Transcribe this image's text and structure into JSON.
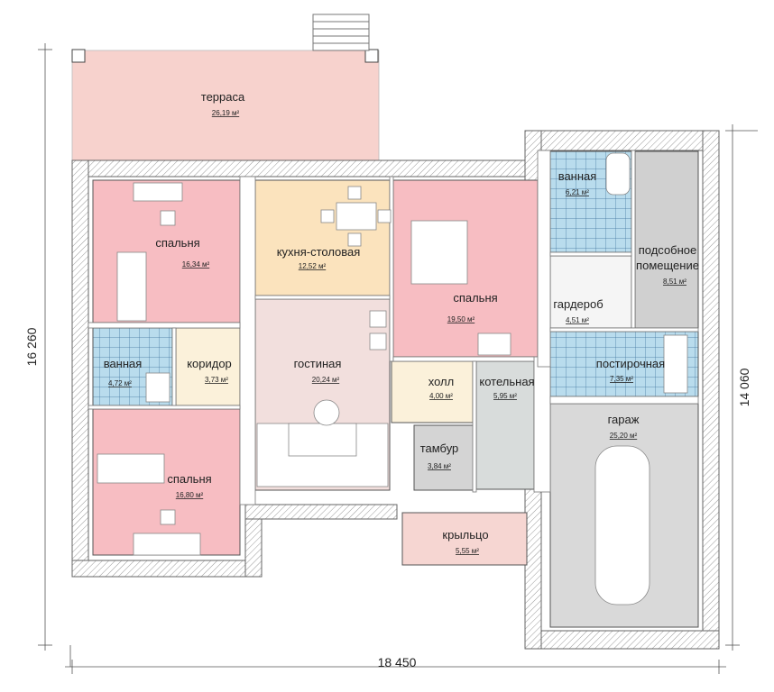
{
  "colors": {
    "bedroom": "#f7bdc2",
    "kitchen": "#fbe3bd",
    "living": "#f2dfdd",
    "terrace": "#f7d2cd",
    "bath": "#b9dced",
    "hall": "#fbf1da",
    "boiler": "#d8dcdb",
    "tambour": "#d4d4d4",
    "garage": "#d9d9d9",
    "utility": "#d0d0d0",
    "porch": "#f6d6d2",
    "wardrobe": "#f5f5f5"
  },
  "rooms": {
    "terrace": {
      "name": "терраса",
      "area": "26,19 м²"
    },
    "kitchen": {
      "name": "кухня-столовая",
      "area": "12,52 м²"
    },
    "bedroom1": {
      "name": "спальня",
      "area": "16,34 м²"
    },
    "bedroom2": {
      "name": "спальня",
      "area": "19,50 м²"
    },
    "bedroom3": {
      "name": "спальня",
      "area": "16,80 м²"
    },
    "bath1": {
      "name": "ванная",
      "area": "4,72 м²"
    },
    "bath2": {
      "name": "ванная",
      "area": "6,21 м²"
    },
    "corridor": {
      "name": "коридор",
      "area": "3,73 м²"
    },
    "living": {
      "name": "гостиная",
      "area": "20,24 м²"
    },
    "hall": {
      "name": "холл",
      "area": "4,00 м²"
    },
    "boiler": {
      "name": "котельная",
      "area": "5,95 м²"
    },
    "tambour": {
      "name": "тамбур",
      "area": "3,84 м²"
    },
    "porch": {
      "name": "крыльцо",
      "area": "5,55 м²"
    },
    "wardrobe": {
      "name": "гардероб",
      "area": "4,51 м²"
    },
    "utility": {
      "name_line1": "подсобное",
      "name_line2": "помещение",
      "area": "8,51 м²"
    },
    "laundry": {
      "name": "постирочная",
      "area": "7,35 м²"
    },
    "garage": {
      "name": "гараж",
      "area": "25,20 м²"
    }
  },
  "dimensions": {
    "bottom": "18 450",
    "left": "16 260",
    "right": "14 060"
  }
}
